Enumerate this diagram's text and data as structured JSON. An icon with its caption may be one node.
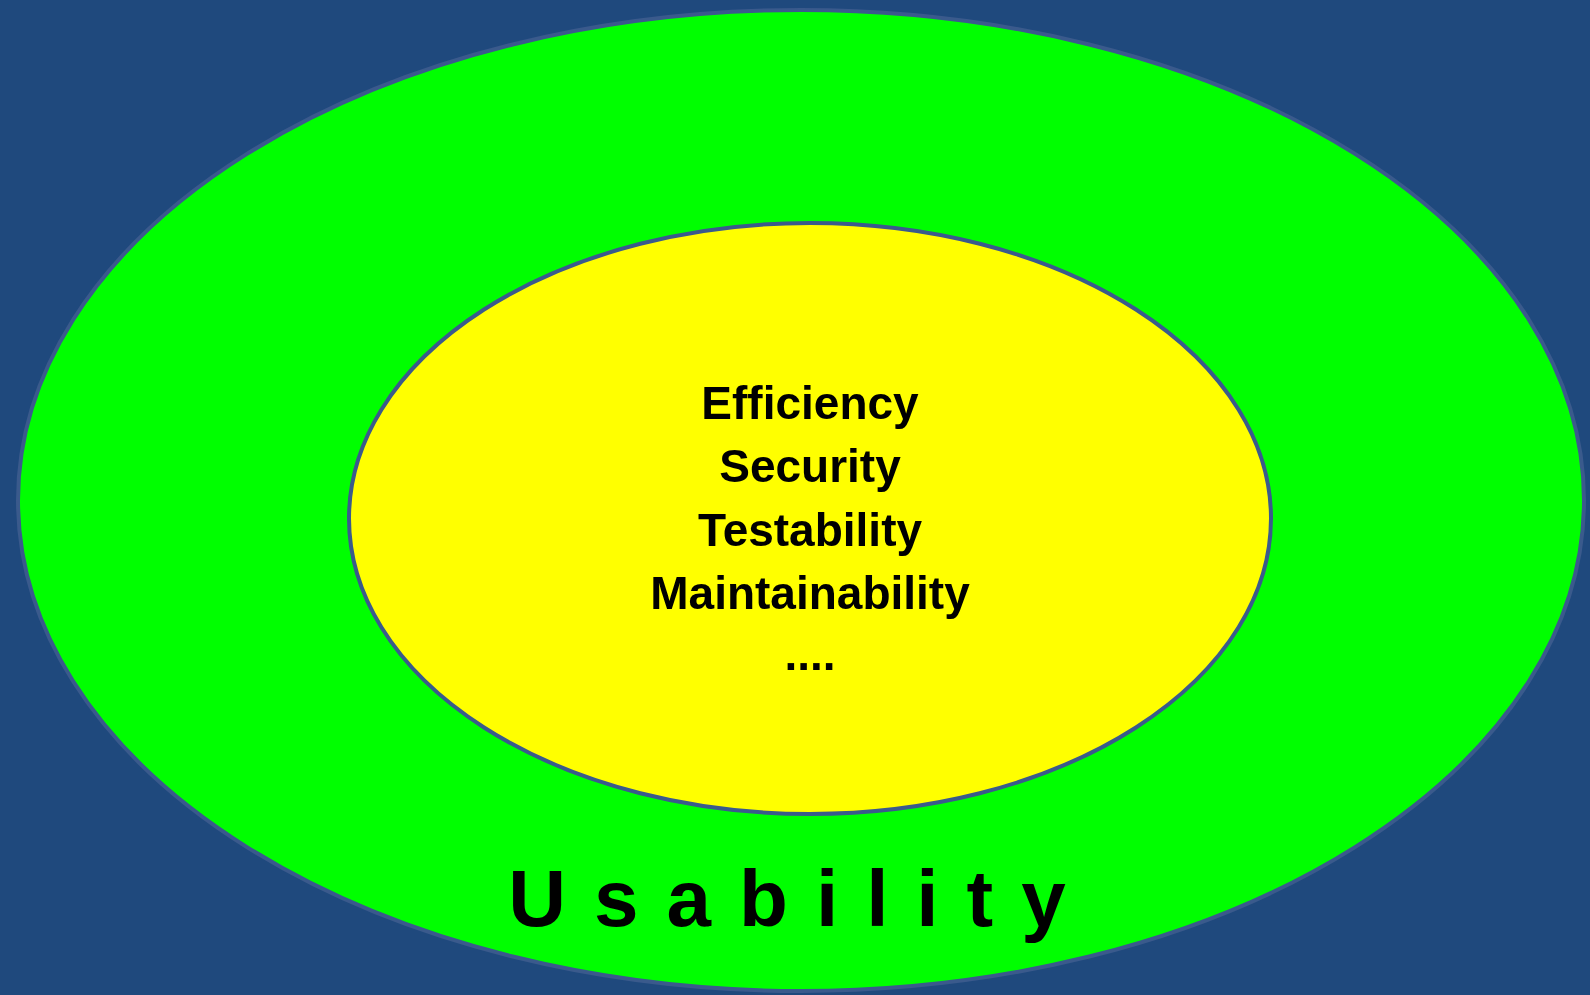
{
  "diagram": {
    "nodes": [
      {
        "text": [
          "Usability"
        ]
      },
      {
        "text": [
          "Efficiency",
          "Security",
          "Testability",
          "Maintainability",
          "...."
        ],
        "in": 0
      }
    ]
  }
}
